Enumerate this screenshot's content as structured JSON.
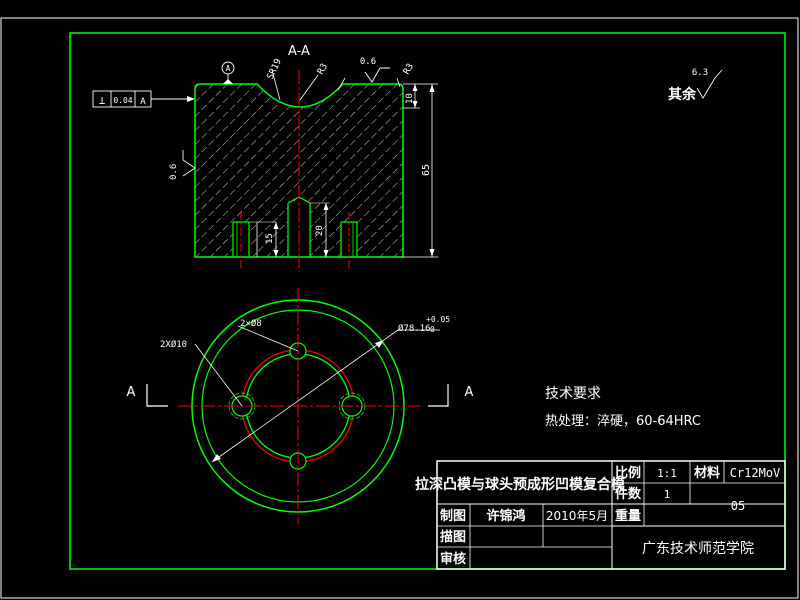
{
  "section": {
    "view_label": "A-A",
    "datum_marker": "A",
    "roughness_fine": "0.6",
    "roughness_side": "0.6",
    "dim_groove": "SR19",
    "dim_r3_left": "R3",
    "dim_r3_right": "R3",
    "dim_10": "10",
    "dim_65": "65",
    "dim_15": "15",
    "dim_20": "20"
  },
  "tolerance_frame": {
    "symbol": "⊥",
    "value": "0.04",
    "datum": "A"
  },
  "roughness_other": {
    "value": "6.3",
    "label": "其余"
  },
  "plan": {
    "dim_2x10": "2XØ10",
    "dim_2x8": "2×Ø8",
    "dim_diameter": "Ø78.16",
    "tol_upper": "+0.05",
    "tol_lower": "0",
    "cut_left": "A",
    "cut_right": "A"
  },
  "tech": {
    "title": "技术要求",
    "heat": "热处理：淬硬，60-64HRC"
  },
  "title_block": {
    "part_name": "拉深凸模与球头预成形凹模复合模",
    "scale_label": "比例",
    "scale_value": "1:1",
    "material_label": "材料",
    "material_value": "Cr12MoV",
    "count_label": "件数",
    "count_value": "1",
    "drawing_no": "05",
    "weight_label": "重量",
    "drawn_label": "制图",
    "drawn_name": "许锦鸿",
    "drawn_date": "2010年5月",
    "traced_label": "描图",
    "checked_label": "审核",
    "school": "广东技术师范学院"
  },
  "colors": {
    "frame": "#00ff00",
    "text": "#ffffff",
    "center": "#ff0000",
    "bg": "#000000"
  }
}
